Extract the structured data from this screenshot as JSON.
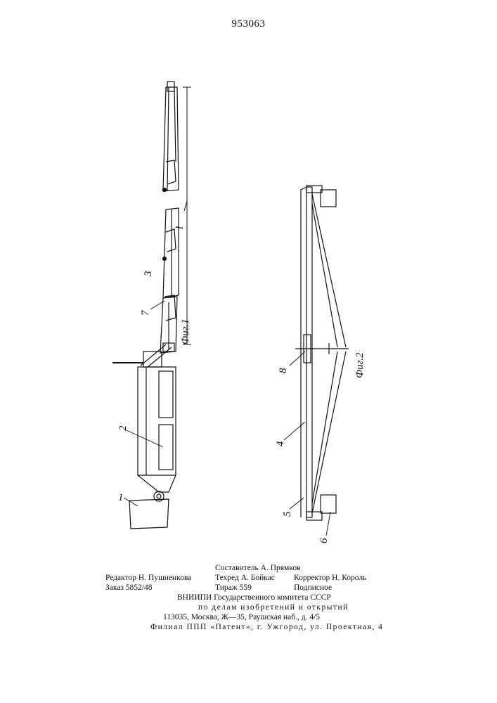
{
  "header": {
    "patent_number": "953063"
  },
  "figure1": {
    "caption": "Фиг.1",
    "labels": {
      "l": "l",
      "n1": "1",
      "n2": "2",
      "n3": "3",
      "n7": "7"
    }
  },
  "figure2": {
    "caption": "Фиг.2",
    "labels": {
      "n4": "4",
      "n5": "5",
      "n6": "6",
      "n8": "8"
    }
  },
  "footer": {
    "compiler": "Составитель А. Прямков",
    "editor": "Редактор Н. Пушненкова",
    "techred": "Техред А. Бойкас",
    "corrector": "Корректор Н. Король",
    "order": "Заказ 5852/48",
    "circulation": "Тираж 559",
    "subscription": "Подписное",
    "org_line1": "ВНИИПИ Государственного комитета СССР",
    "org_line2": "по делам изобретений и открытий",
    "address": "113035, Москва, Ж—35, Раушская наб., д. 4/5",
    "branch": "Филиал ППП «Патент», г. Ужгород, ул. Проектная, 4"
  }
}
